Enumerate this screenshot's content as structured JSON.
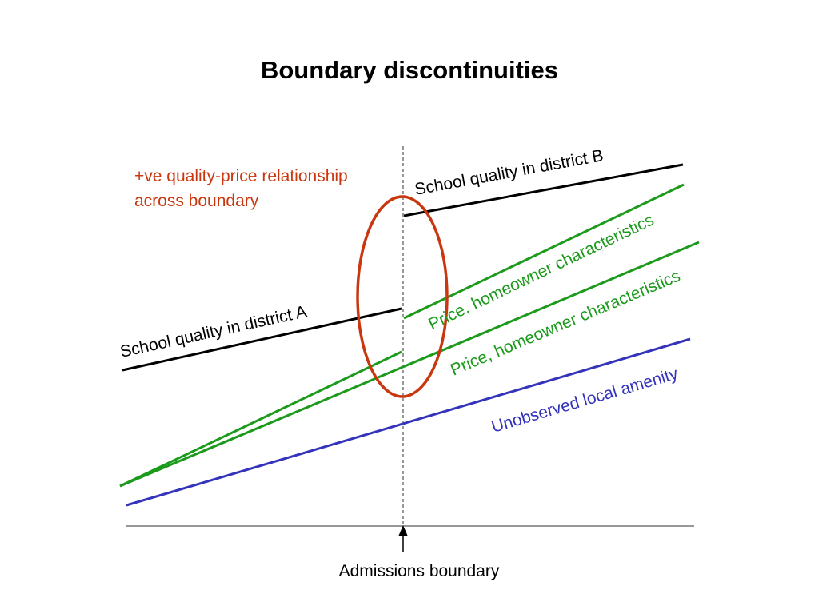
{
  "slide": {
    "title": "Boundary discontinuities"
  },
  "annotation": {
    "line1": "+ve quality-price relationship",
    "line2": "across boundary",
    "color": "#c9370f"
  },
  "labels": {
    "school_b": "School quality in district B",
    "school_a": "School quality in district A",
    "price_1": "Price, homeowner characteristics",
    "price_2": "Price, homeowner characteristics",
    "amenity": "Unobserved local amenity",
    "boundary": "Admissions boundary"
  },
  "colors": {
    "school_quality": "#000000",
    "price": "#1b9a1b",
    "amenity": "#3333bb",
    "highlight_ellipse": "#c9370f",
    "boundary_line": "#777777",
    "axis": "#777777"
  }
}
